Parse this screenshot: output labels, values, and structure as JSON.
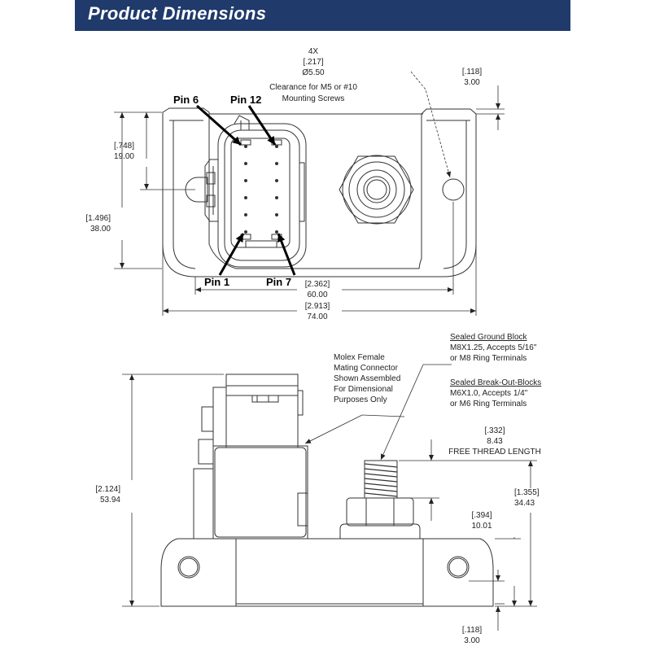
{
  "header": {
    "title": "Product Dimensions"
  },
  "top_view": {
    "hole_callout": {
      "count": "4X",
      "imperial": "[.217]",
      "metric": "Ø5.50",
      "line1": "Clearance for M5 or #10",
      "line2": "Mounting Screws"
    },
    "flange_thickness": {
      "imperial": "[.118]",
      "metric": "3.00"
    },
    "pin_labels": {
      "pin6": "Pin 6",
      "pin12": "Pin 12",
      "pin1": "Pin 1",
      "pin7": "Pin 7"
    },
    "dim_hole_center": {
      "imperial": "[.748]",
      "metric": "19.00"
    },
    "dim_width_inner": {
      "imperial": "[1.496]",
      "metric": "38.00"
    },
    "dim_hole_spacing": {
      "imperial": "[2.362]",
      "metric": "60.00"
    },
    "dim_overall_length": {
      "imperial": "[2.913]",
      "metric": "74.00"
    }
  },
  "side_view": {
    "connector_note": {
      "l1": "Molex Female",
      "l2": "Mating Connector",
      "l3": "Shown Assembled",
      "l4": "For Dimensional",
      "l5": "Purposes Only"
    },
    "ground_block": {
      "title": "Sealed Ground Block",
      "l1": "M8X1.25,  Accepts 5/16\"",
      "l2": "or M8 Ring Terminals"
    },
    "breakout_block": {
      "title": "Sealed Break-Out-Blocks",
      "l1": "M6X1.0,  Accepts 1/4\"",
      "l2": "or M6 Ring Terminals"
    },
    "thread_length": {
      "imperial": "[.332]",
      "metric": "8.43",
      "label": "FREE THREAD LENGTH"
    },
    "dim_overall_height": {
      "imperial": "[2.124]",
      "metric": "53.94"
    },
    "dim_stud_height": {
      "imperial": "[1.355]",
      "metric": "34.43"
    },
    "dim_base_height": {
      "imperial": "[.394]",
      "metric": "10.01"
    },
    "dim_flange": {
      "imperial": "[.118]",
      "metric": "3.00"
    }
  }
}
